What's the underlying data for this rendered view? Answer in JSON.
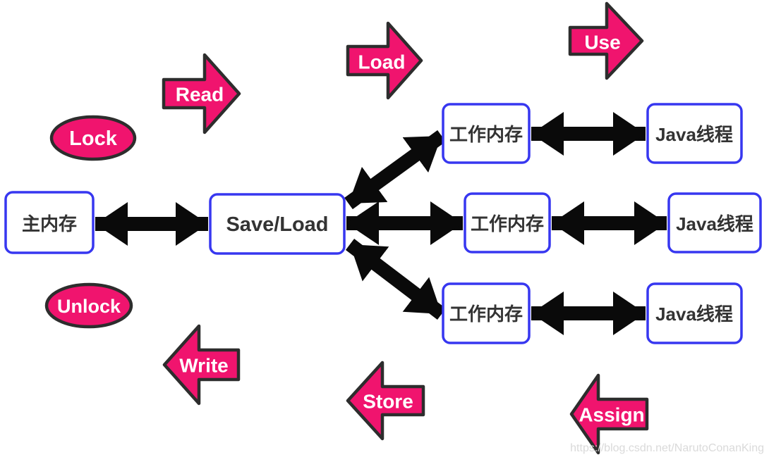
{
  "nodes": {
    "main_memory": "主内存",
    "save_load": "Save/Load",
    "working_memory_top": "工作内存",
    "working_memory_middle": "工作内存",
    "working_memory_bottom": "工作内存",
    "java_thread_top": "Java线程",
    "java_thread_middle": "Java线程",
    "java_thread_bottom": "Java线程"
  },
  "operation_arrows": {
    "read": "Read",
    "load": "Load",
    "use": "Use",
    "write": "Write",
    "store": "Store",
    "assign": "Assign"
  },
  "operation_ellipses": {
    "lock": "Lock",
    "unlock": "Unlock"
  },
  "watermark": "https://blog.csdn.net/NarutoConanKing",
  "colors": {
    "pink": "#F0146E",
    "shape_outline": "#2D2D2D",
    "box_border": "#3737F0",
    "connector": "#0A0A0A",
    "node_text": "#333333",
    "label_text": "#FFFFFF",
    "watermark_text": "#DADADA"
  }
}
